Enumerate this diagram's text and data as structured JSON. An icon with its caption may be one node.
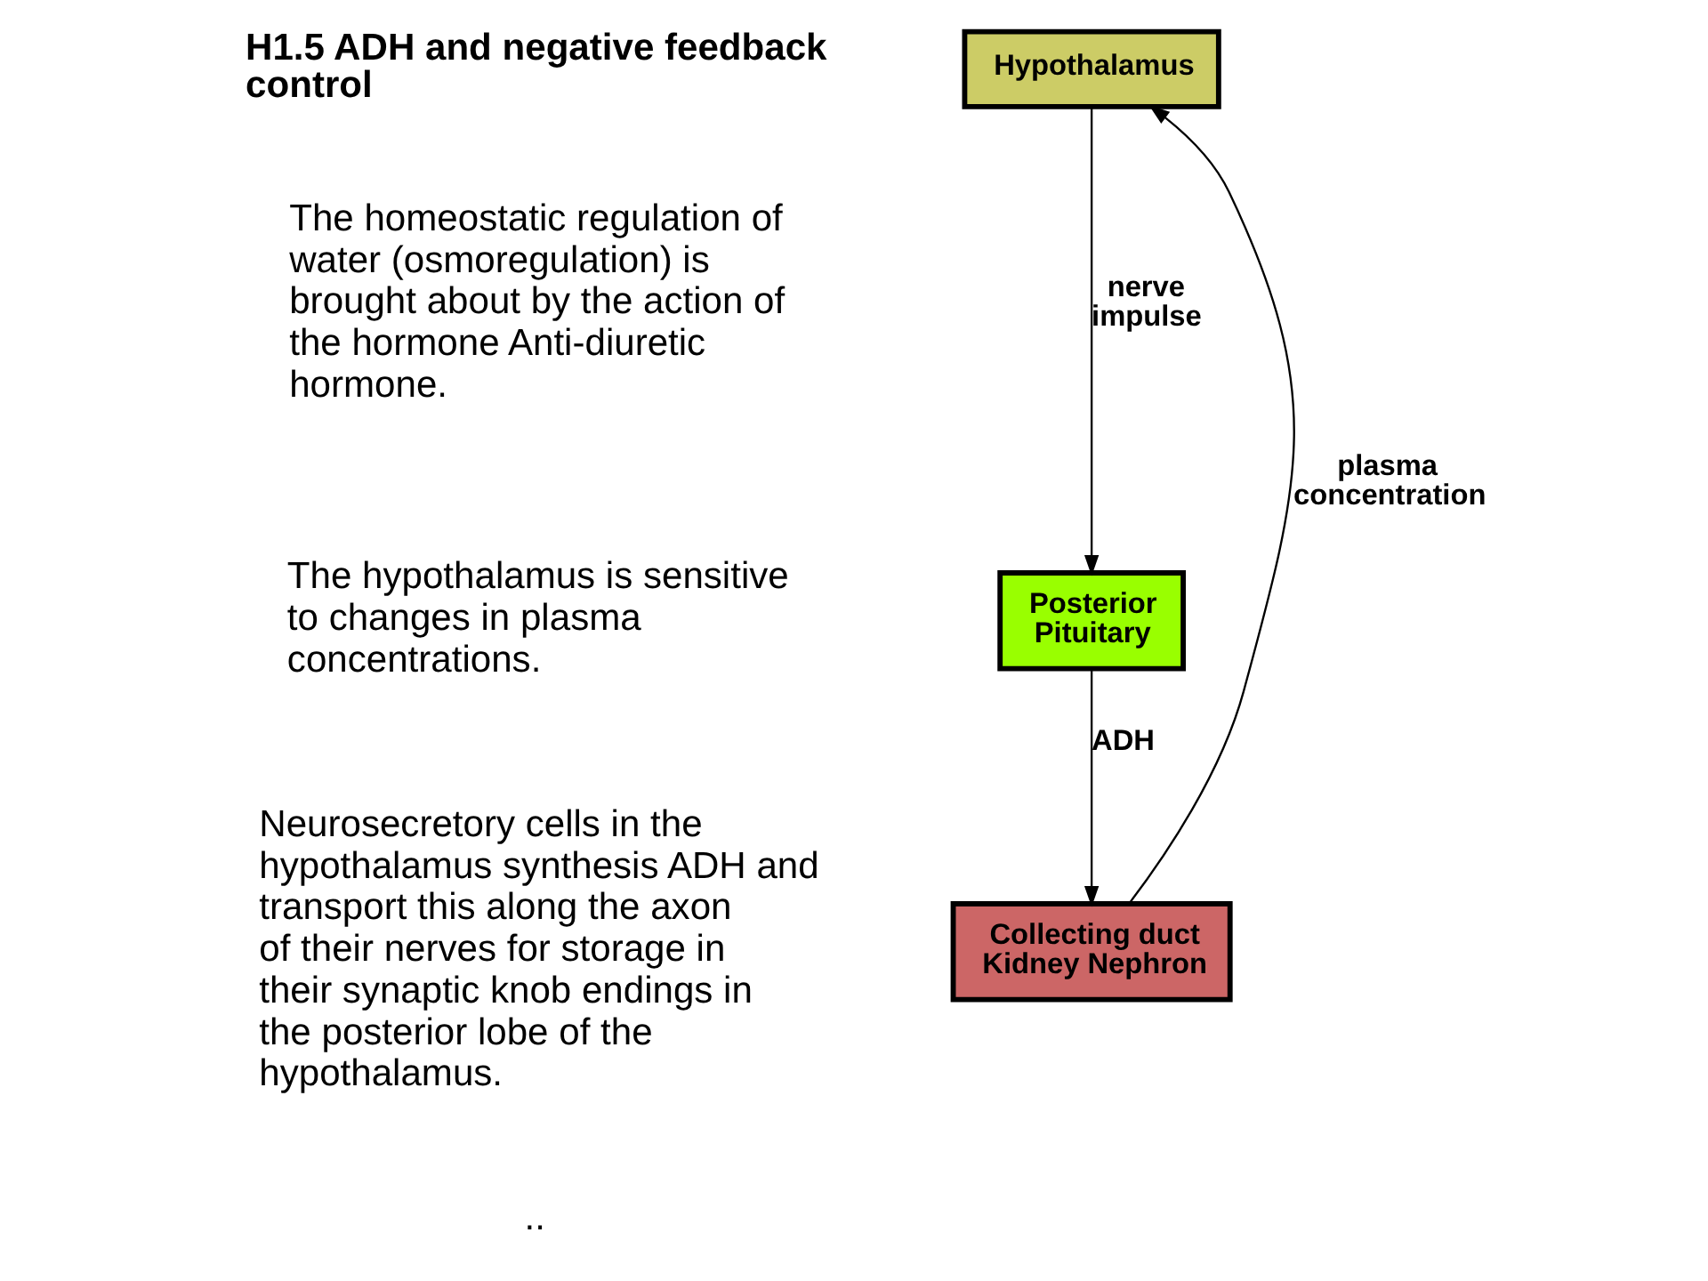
{
  "diagram": {
    "nodes": [
      {
        "text": [
          "Hypothalamus"
        ]
      },
      {
        "text": [
          "Posterior Pituitary"
        ]
      },
      {
        "text": [
          "Collecting duct Kidney Nephron"
        ]
      }
    ],
    "edges": [
      {
        "from": 0,
        "to": 1,
        "arrow": "to",
        "label": "nerve impulse"
      },
      {
        "from": 1,
        "to": 2,
        "arrow": "to",
        "label": "ADH"
      },
      {
        "from": 2,
        "to": 0,
        "arrow": "to",
        "label": "plasma concentration"
      }
    ],
    "labels": [
      "H1.5 ADH and negative feedback control",
      "The homeostatic regulation of water (osmoregulation) is brought about by the action of the hormone Anti-diuretic hormone.",
      "The hypothalamus is sensitive to changes in plasma concentrations.",
      "Neurosecretory cells in the hypothalamus synthesis ADH and transport this along the axon of their nerves for storage in their synaptic knob endings in the posterior lobe of the hypothalamus.",
      ".."
    ]
  }
}
